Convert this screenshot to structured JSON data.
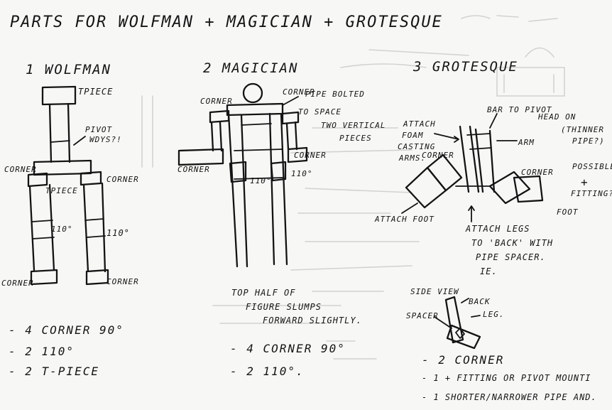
{
  "title": "PARTS FOR WOLFMAN + MAGICIAN + GROTESQUE",
  "sections": {
    "wolfman": {
      "heading": "1 WOLFMAN",
      "labels": {
        "tpiece_top": "TPIECE",
        "pivot": "PIVOT",
        "pivot_q": "WDYS?!",
        "corner_left": "CORNER",
        "corner_right": "CORNER",
        "tpiece_mid": "TPIECE",
        "angle_left": "110°",
        "angle_right": "110°",
        "corner_bottom_left": "CORNER",
        "corner_bottom_right": "CORNER"
      },
      "parts": [
        "- 4 CORNER 90°",
        "- 2 110°",
        "- 2 T-PIECE"
      ]
    },
    "magician": {
      "heading": "2 MAGICIAN",
      "labels": {
        "corner_top_left": "CORNER",
        "corner_top_right": "CORNER",
        "pipe_bolted": "PIPE BOLTED",
        "to_space": "TO SPACE",
        "two_vertical": "TWO VERTICAL",
        "pieces": "PIECES",
        "corner_left_arm": "CORNER",
        "corner_right_arm": "CORNER",
        "angle_left": "110°",
        "angle_right": "110°"
      },
      "note": [
        "TOP HALF OF",
        "FIGURE SLUMPS",
        "FORWARD SLIGHTLY."
      ],
      "parts": [
        "- 4 CORNER 90°",
        "- 2 110°."
      ]
    },
    "grotesque": {
      "heading": "3 GROTESQUE",
      "labels": {
        "bar_to_pivot": "BAR TO PIVOT",
        "head_on": "HEAD ON",
        "thinner_pipe": "(THINNER",
        "thinner_pipe2": "PIPE?)",
        "attach_foam": "ATTACH",
        "foam": "FOAM",
        "casting": "CASTING",
        "arms": "ARMS.",
        "arm": "ARM",
        "corner_left": "CORNER",
        "corner_right": "CORNER",
        "possible": "POSSIBLE",
        "plus": "+",
        "fitting": "FITTING?",
        "attach_foot": "ATTACH FOOT",
        "foot": "FOOT",
        "attach_legs": "ATTACH LEGS",
        "to_back": "TO 'BACK' WITH",
        "pipe_spacer": "PIPE SPACER.",
        "ie": "IE.",
        "side_view": "SIDE VIEW",
        "back": "BACK",
        "spacer": "SPACER",
        "leg": "LEG."
      },
      "parts": [
        "- 2 CORNER",
        "- 1 + FITTING OR PIVOT MOUNTI",
        "- 1 SHORTER/NARROWER PIPE AND."
      ]
    }
  },
  "colors": {
    "ink": "#141414",
    "paper": "#f7f7f5",
    "showthrough": "#d2d2d0"
  }
}
